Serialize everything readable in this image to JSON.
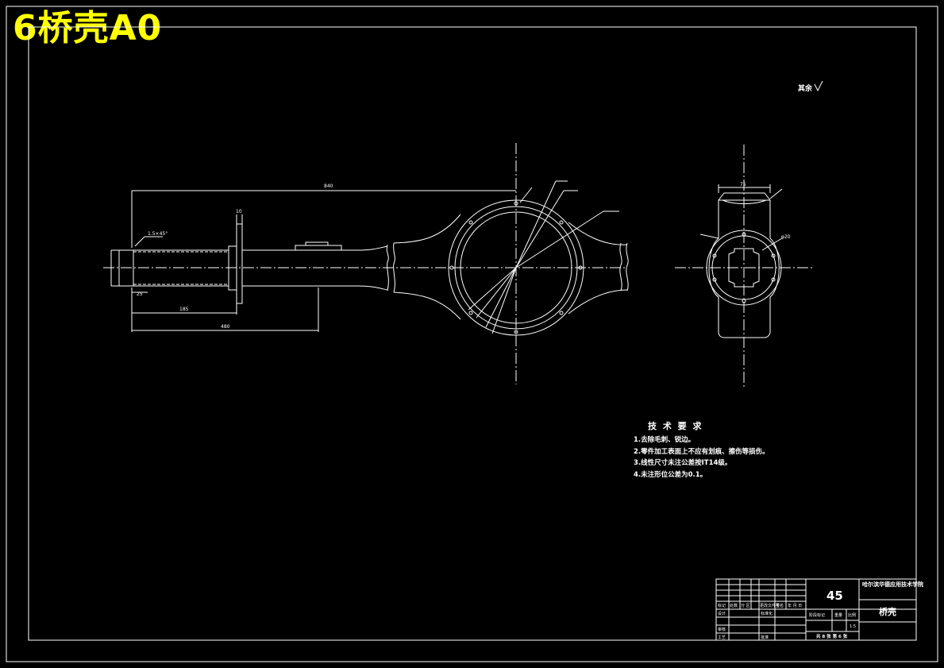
{
  "drawing": {
    "title": "6桥壳A0",
    "roughness_note": "其余",
    "tech_requirements": {
      "heading": "技 术 要 求",
      "items": [
        "1.去除毛刺、锐边。",
        "2.零件加工表面上不应有划痕、擦伤等损伤。",
        "3.线性尺寸未注公差按IT14级。",
        "4.未注形位公差为0.1。"
      ]
    },
    "dimensions": {
      "overall_top": "840",
      "bottom_inner": "185",
      "bottom_outer": "480",
      "flange_width": "10",
      "chamfer": "1.5×45°",
      "small_left": "25",
      "side_view_top": "75",
      "diameter_label": "φ20"
    },
    "title_block": {
      "material": "45",
      "school": "哈尔滨华德应用技术学院",
      "part_name": "桥壳",
      "scale": "1:5",
      "sheet_info": "共 8 张  第 6 张",
      "row_labels": [
        "标记",
        "处数",
        "分 区",
        "更改文件号",
        "签名",
        "年 月 日"
      ],
      "left_labels": [
        "设计",
        "审核",
        "工艺"
      ],
      "std_label": "标准化",
      "approve_label": "批准",
      "stage_label": "阶段标记",
      "weight_label": "重量",
      "scale_label": "比例"
    }
  }
}
